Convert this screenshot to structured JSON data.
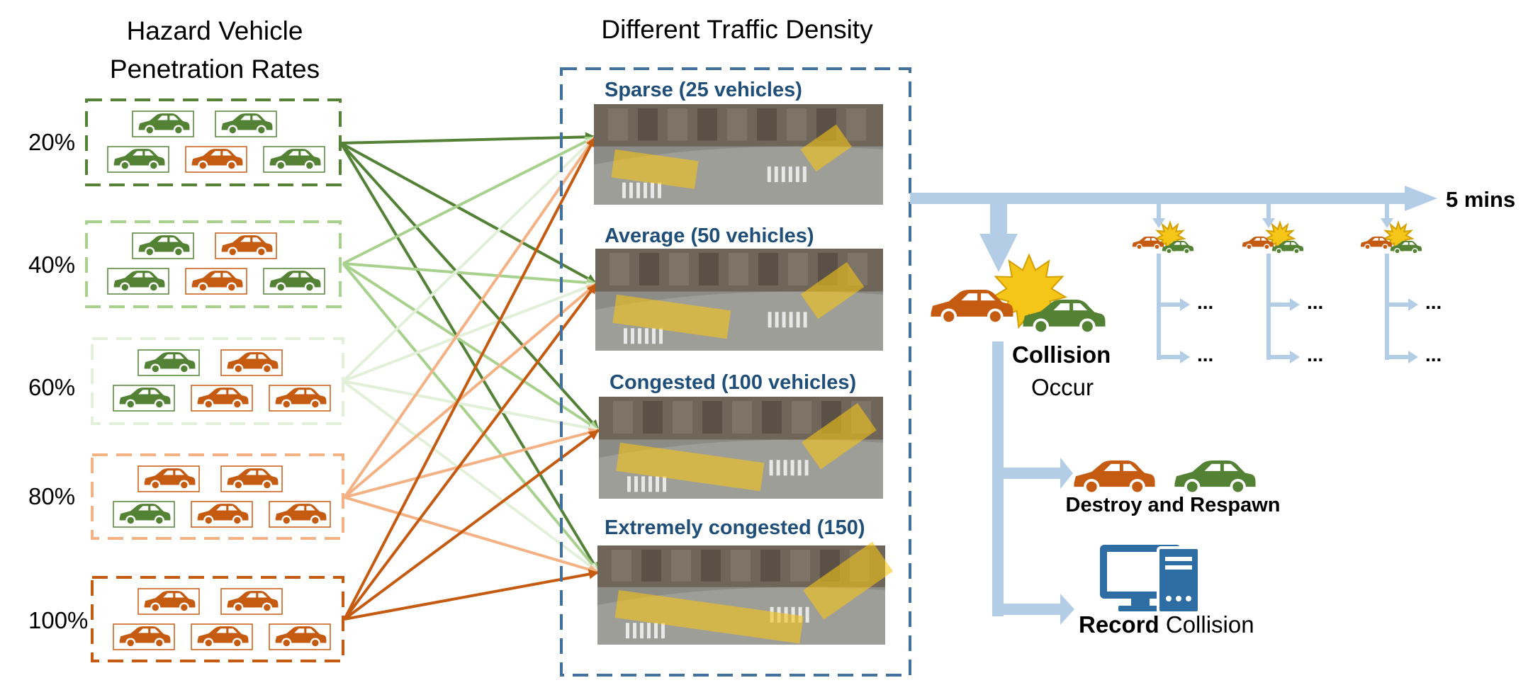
{
  "colors": {
    "dark_green": "#538135",
    "light_green": "#a9d18e",
    "pale_green": "#e2efd9",
    "light_orange": "#f4b183",
    "dark_orange": "#c55a11",
    "blue_dashed": "#41719c",
    "flow_blue": "#b4cde6",
    "title_blue": "#1f4e79",
    "highlight": "#f5c518",
    "monitor_blue": "#2e6da4"
  },
  "left": {
    "title_line1": "Hazard Vehicle",
    "title_line2": "Penetration Rates",
    "rates": [
      {
        "label": "20%",
        "style": "dark_green",
        "top_row": [
          "green",
          "green"
        ],
        "bottom_row": [
          "green",
          "orange",
          "green"
        ]
      },
      {
        "label": "40%",
        "style": "light_green",
        "top_row": [
          "green",
          "orange"
        ],
        "bottom_row": [
          "green",
          "orange",
          "green"
        ]
      },
      {
        "label": "60%",
        "style": "pale_green",
        "top_row": [
          "green",
          "orange"
        ],
        "bottom_row": [
          "green",
          "orange",
          "orange"
        ]
      },
      {
        "label": "80%",
        "style": "light_orange",
        "top_row": [
          "orange",
          "orange"
        ],
        "bottom_row": [
          "green",
          "orange",
          "orange"
        ]
      },
      {
        "label": "100%",
        "style": "dark_orange",
        "top_row": [
          "orange",
          "orange"
        ],
        "bottom_row": [
          "orange",
          "orange",
          "orange"
        ]
      }
    ]
  },
  "middle": {
    "title": "Different Traffic Density",
    "densities": [
      {
        "label": "Sparse (25 vehicles)"
      },
      {
        "label": "Average (50 vehicles)"
      },
      {
        "label": "Congested (100 vehicles)"
      },
      {
        "label": "Extremely congested (150)"
      }
    ]
  },
  "right": {
    "time_label": "5 mins",
    "collision_bold": "Collision",
    "collision_rest": "Occur",
    "ellipsis": "...",
    "destroy_label": "Destroy and Respawn",
    "record_bold": "Record",
    "record_rest": "Collision"
  }
}
